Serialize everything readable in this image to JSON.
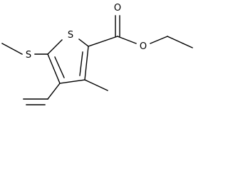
{
  "molecule": {
    "atoms": {
      "ring_sulfur": "S",
      "methylthio_sulfur": "S",
      "carbonyl_oxygen": "O",
      "ester_oxygen": "O"
    },
    "colors": {
      "ink": "#000000",
      "background": "#ffffff"
    }
  }
}
